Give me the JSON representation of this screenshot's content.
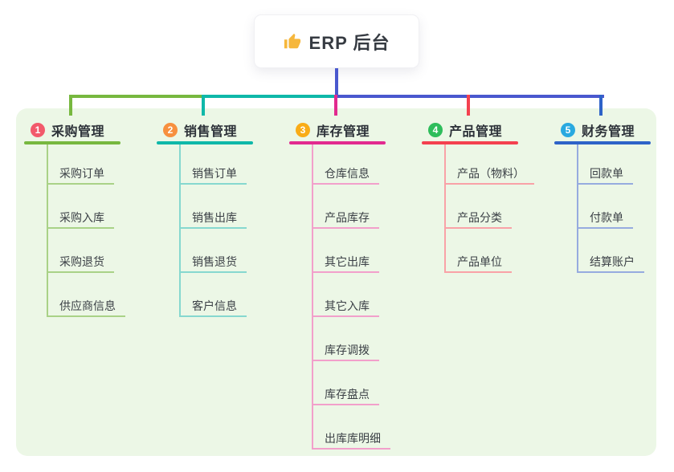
{
  "root": {
    "title": "ERP 后台",
    "icon": "thumbs-up-icon",
    "icon_color": "#f6b73c"
  },
  "colors": {
    "page_bg": "#ffffff",
    "panel_bg": "#ecf7e6",
    "root_connector": "#4a58ce",
    "root_text": "#363b42"
  },
  "connector_segments": [
    {
      "name": "segment-branch1",
      "color": "#77b83f"
    },
    {
      "name": "segment-branch2",
      "color": "#0fb8a9"
    },
    {
      "name": "segment-root-right",
      "color": "#4a58ce"
    }
  ],
  "branches": [
    {
      "badge": "1",
      "label": "采购管理",
      "badge_color": "#f25a6b",
      "line_color": "#77b83f",
      "item_line_color": "#a9d287",
      "drop_color": "#77b83f",
      "items": [
        "采购订单",
        "采购入库",
        "采购退货",
        "供应商信息"
      ]
    },
    {
      "badge": "2",
      "label": "销售管理",
      "badge_color": "#f7903f",
      "line_color": "#0fb8a9",
      "item_line_color": "#86d8cf",
      "drop_color": "#0fb8a9",
      "items": [
        "销售订单",
        "销售出库",
        "销售退货",
        "客户信息"
      ]
    },
    {
      "badge": "3",
      "label": "库存管理",
      "badge_color": "#f9ac17",
      "line_color": "#e22a8f",
      "item_line_color": "#f2a0cb",
      "drop_color": "#e22a8f",
      "items": [
        "仓库信息",
        "产品库存",
        "其它出库",
        "其它入库",
        "库存调拨",
        "库存盘点",
        "出库库明细"
      ]
    },
    {
      "badge": "4",
      "label": "产品管理",
      "badge_color": "#2ebd5b",
      "line_color": "#f4414f",
      "item_line_color": "#f9a2a7",
      "drop_color": "#f4414f",
      "items": [
        "产品（物料）",
        "产品分类",
        "产品单位"
      ]
    },
    {
      "badge": "5",
      "label": "财务管理",
      "badge_color": "#29a9e0",
      "line_color": "#2e63c8",
      "item_line_color": "#96abdf",
      "drop_color": "#2e63c8",
      "items": [
        "回款单",
        "付款单",
        "结算账户"
      ]
    }
  ]
}
